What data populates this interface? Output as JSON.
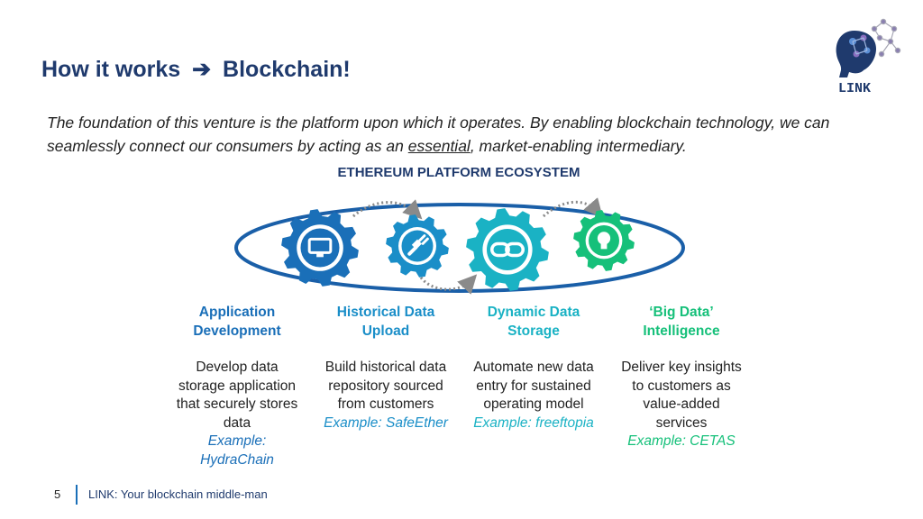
{
  "slide": {
    "title_left": "How it works",
    "title_arrow": "➔",
    "title_right": "Blockchain!",
    "intro_part1": "The foundation of this venture is the platform upon which it operates. By enabling blockchain technology, we can seamlessly connect our consumers by acting as an ",
    "intro_underlined": "essential",
    "intro_part2": ", market-enabling intermediary.",
    "ecosystem_title": "ETHEREUM PLATFORM ECOSYSTEM",
    "logo_text": "LINK"
  },
  "gears": [
    {
      "icon": "monitor-icon",
      "color": "#1a6fb8"
    },
    {
      "icon": "plug-icon",
      "color": "#1a8ec8"
    },
    {
      "icon": "chain-link-icon",
      "color": "#1ab2c4"
    },
    {
      "icon": "lightbulb-icon",
      "color": "#16c07a"
    }
  ],
  "columns": [
    {
      "head1": "Application",
      "head2": "Development",
      "desc": [
        "Develop data",
        "storage application",
        "that securely stores",
        "data"
      ],
      "example": [
        "Example:",
        "HydraChain"
      ]
    },
    {
      "head1": "Historical Data",
      "head2": "Upload",
      "desc": [
        "Build historical data",
        "repository sourced",
        "from customers"
      ],
      "example": [
        "Example: SafeEther"
      ]
    },
    {
      "head1": "Dynamic Data",
      "head2": "Storage",
      "desc": [
        "Automate new data",
        "entry for sustained",
        "operating model"
      ],
      "example": [
        "Example: freeftopia"
      ]
    },
    {
      "head1": "‘Big Data’",
      "head2": "Intelligence",
      "desc": [
        "Deliver key insights",
        "to customers as",
        "value-added",
        "services"
      ],
      "example": [
        "Example: CETAS"
      ]
    }
  ],
  "footer": {
    "page_number": "5",
    "text": "LINK: Your blockchain middle-man"
  }
}
